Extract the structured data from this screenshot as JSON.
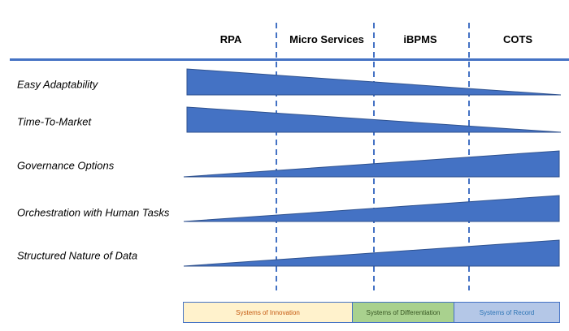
{
  "columns": [
    {
      "label": "RPA"
    },
    {
      "label": "Micro Services"
    },
    {
      "label": "iBPMS"
    },
    {
      "label": "COTS"
    }
  ],
  "rows": [
    {
      "label": "Easy Adaptability",
      "trend": "decreasing"
    },
    {
      "label": "Time-To-Market",
      "trend": "decreasing"
    },
    {
      "label": "Governance Options",
      "trend": "increasing"
    },
    {
      "label": "Orchestration with Human Tasks",
      "trend": "increasing"
    },
    {
      "label": "Structured Nature of Data",
      "trend": "increasing"
    }
  ],
  "legend": [
    {
      "label": "Systems of Innovation",
      "fill": "#fff2cc",
      "text_color": "#c55a11"
    },
    {
      "label": "Systems of Differentiation",
      "fill": "#a9d18e",
      "text_color": "#385723"
    },
    {
      "label": "Systems of Record",
      "fill": "#b4c7e7",
      "text_color": "#2e75b6"
    }
  ],
  "colors": {
    "accent": "#4472c4",
    "wedge": "#4472c4",
    "wedge_stroke": "#2f528f"
  }
}
